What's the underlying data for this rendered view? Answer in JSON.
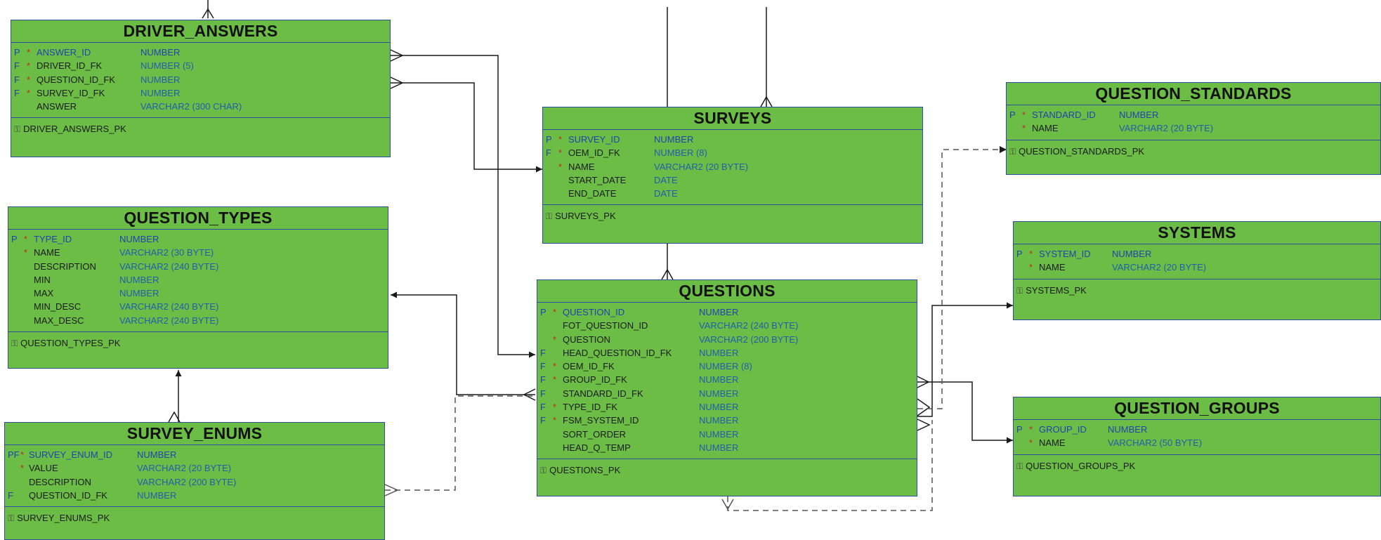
{
  "tables": {
    "driver_answers": {
      "title": "DRIVER_ANSWERS",
      "columns": [
        {
          "flag": "P",
          "req": "*",
          "name": "ANSWER_ID",
          "type": "NUMBER"
        },
        {
          "flag": "F",
          "req": "*",
          "name": "DRIVER_ID_FK",
          "type": "NUMBER (5)"
        },
        {
          "flag": "F",
          "req": "*",
          "name": "QUESTION_ID_FK",
          "type": "NUMBER"
        },
        {
          "flag": "F",
          "req": "*",
          "name": "SURVEY_ID_FK",
          "type": "NUMBER"
        },
        {
          "flag": "",
          "req": "",
          "name": "ANSWER",
          "type": "VARCHAR2 (300 CHAR)"
        }
      ],
      "keys": [
        "DRIVER_ANSWERS_PK"
      ]
    },
    "surveys": {
      "title": "SURVEYS",
      "columns": [
        {
          "flag": "P",
          "req": "*",
          "name": "SURVEY_ID",
          "type": "NUMBER"
        },
        {
          "flag": "F",
          "req": "*",
          "name": "OEM_ID_FK",
          "type": "NUMBER (8)"
        },
        {
          "flag": "",
          "req": "*",
          "name": "NAME",
          "type": "VARCHAR2 (20 BYTE)"
        },
        {
          "flag": "",
          "req": "",
          "name": "START_DATE",
          "type": "DATE"
        },
        {
          "flag": "",
          "req": "",
          "name": "END_DATE",
          "type": "DATE"
        }
      ],
      "keys": [
        "SURVEYS_PK"
      ]
    },
    "question_types": {
      "title": "QUESTION_TYPES",
      "columns": [
        {
          "flag": "P",
          "req": "*",
          "name": "TYPE_ID",
          "type": "NUMBER"
        },
        {
          "flag": "",
          "req": "*",
          "name": "NAME",
          "type": "VARCHAR2 (30 BYTE)"
        },
        {
          "flag": "",
          "req": "",
          "name": "DESCRIPTION",
          "type": "VARCHAR2 (240 BYTE)"
        },
        {
          "flag": "",
          "req": "",
          "name": "MIN",
          "type": "NUMBER"
        },
        {
          "flag": "",
          "req": "",
          "name": "MAX",
          "type": "NUMBER"
        },
        {
          "flag": "",
          "req": "",
          "name": "MIN_DESC",
          "type": "VARCHAR2 (240 BYTE)"
        },
        {
          "flag": "",
          "req": "",
          "name": "MAX_DESC",
          "type": "VARCHAR2 (240 BYTE)"
        }
      ],
      "keys": [
        "QUESTION_TYPES_PK"
      ]
    },
    "survey_enums": {
      "title": "SURVEY_ENUMS",
      "columns": [
        {
          "flag": "PF",
          "req": "*",
          "name": "SURVEY_ENUM_ID",
          "type": "NUMBER"
        },
        {
          "flag": "",
          "req": "*",
          "name": "VALUE",
          "type": "VARCHAR2 (20 BYTE)"
        },
        {
          "flag": "",
          "req": "",
          "name": "DESCRIPTION",
          "type": "VARCHAR2 (200 BYTE)"
        },
        {
          "flag": "F",
          "req": "",
          "name": "QUESTION_ID_FK",
          "type": "NUMBER"
        }
      ],
      "keys": [
        "SURVEY_ENUMS_PK"
      ]
    },
    "questions": {
      "title": "QUESTIONS",
      "columns": [
        {
          "flag": "P",
          "req": "*",
          "name": "QUESTION_ID",
          "type": "NUMBER"
        },
        {
          "flag": "",
          "req": "",
          "name": "FOT_QUESTION_ID",
          "type": "VARCHAR2 (240 BYTE)"
        },
        {
          "flag": "",
          "req": "*",
          "name": "QUESTION",
          "type": "VARCHAR2 (200 BYTE)"
        },
        {
          "flag": "F",
          "req": "",
          "name": "HEAD_QUESTION_ID_FK",
          "type": "NUMBER"
        },
        {
          "flag": "F",
          "req": "*",
          "name": "OEM_ID_FK",
          "type": "NUMBER (8)"
        },
        {
          "flag": "F",
          "req": "*",
          "name": "GROUP_ID_FK",
          "type": "NUMBER"
        },
        {
          "flag": "F",
          "req": "",
          "name": "STANDARD_ID_FK",
          "type": "NUMBER"
        },
        {
          "flag": "F",
          "req": "*",
          "name": "TYPE_ID_FK",
          "type": "NUMBER"
        },
        {
          "flag": "F",
          "req": "*",
          "name": "FSM_SYSTEM_ID",
          "type": "NUMBER"
        },
        {
          "flag": "",
          "req": "",
          "name": "SORT_ORDER",
          "type": "NUMBER"
        },
        {
          "flag": "",
          "req": "",
          "name": "HEAD_Q_TEMP",
          "type": "NUMBER"
        }
      ],
      "keys": [
        "QUESTIONS_PK"
      ]
    },
    "question_standards": {
      "title": "QUESTION_STANDARDS",
      "columns": [
        {
          "flag": "P",
          "req": "*",
          "name": "STANDARD_ID",
          "type": "NUMBER"
        },
        {
          "flag": "",
          "req": "*",
          "name": "NAME",
          "type": "VARCHAR2 (20 BYTE)"
        }
      ],
      "keys": [
        "QUESTION_STANDARDS_PK"
      ]
    },
    "systems": {
      "title": "SYSTEMS",
      "columns": [
        {
          "flag": "P",
          "req": "*",
          "name": "SYSTEM_ID",
          "type": "NUMBER"
        },
        {
          "flag": "",
          "req": "*",
          "name": "NAME",
          "type": "VARCHAR2 (20 BYTE)"
        }
      ],
      "keys": [
        "SYSTEMS_PK"
      ]
    },
    "question_groups": {
      "title": "QUESTION_GROUPS",
      "columns": [
        {
          "flag": "P",
          "req": "*",
          "name": "GROUP_ID",
          "type": "NUMBER"
        },
        {
          "flag": "",
          "req": "*",
          "name": "NAME",
          "type": "VARCHAR2 (50 BYTE)"
        }
      ],
      "keys": [
        "QUESTION_GROUPS_PK"
      ]
    }
  },
  "colors": {
    "table_fill": "#6cbd45",
    "table_border": "#2e4fa0",
    "required_marker": "#c22a1e",
    "connector": "#1a1a1a",
    "dashed_connector": "#555555"
  },
  "relationships": [
    {
      "from": "DRIVER_ANSWERS",
      "to": "SURVEYS",
      "style": "solid"
    },
    {
      "from": "DRIVER_ANSWERS",
      "to": "QUESTIONS",
      "style": "solid"
    },
    {
      "from": "SURVEYS",
      "to": "QUESTIONS",
      "style": "solid"
    },
    {
      "from": "QUESTIONS",
      "to": "QUESTION_TYPES",
      "style": "solid"
    },
    {
      "from": "SURVEY_ENUMS",
      "to": "QUESTION_TYPES",
      "style": "solid"
    },
    {
      "from": "SURVEY_ENUMS",
      "to": "QUESTIONS",
      "style": "dashed"
    },
    {
      "from": "QUESTIONS",
      "to": "QUESTION_STANDARDS",
      "style": "dashed"
    },
    {
      "from": "QUESTIONS",
      "to": "SYSTEMS",
      "style": "solid"
    },
    {
      "from": "QUESTIONS",
      "to": "QUESTION_GROUPS",
      "style": "solid"
    },
    {
      "from": "QUESTIONS",
      "to": "QUESTIONS",
      "style": "dashed"
    }
  ]
}
